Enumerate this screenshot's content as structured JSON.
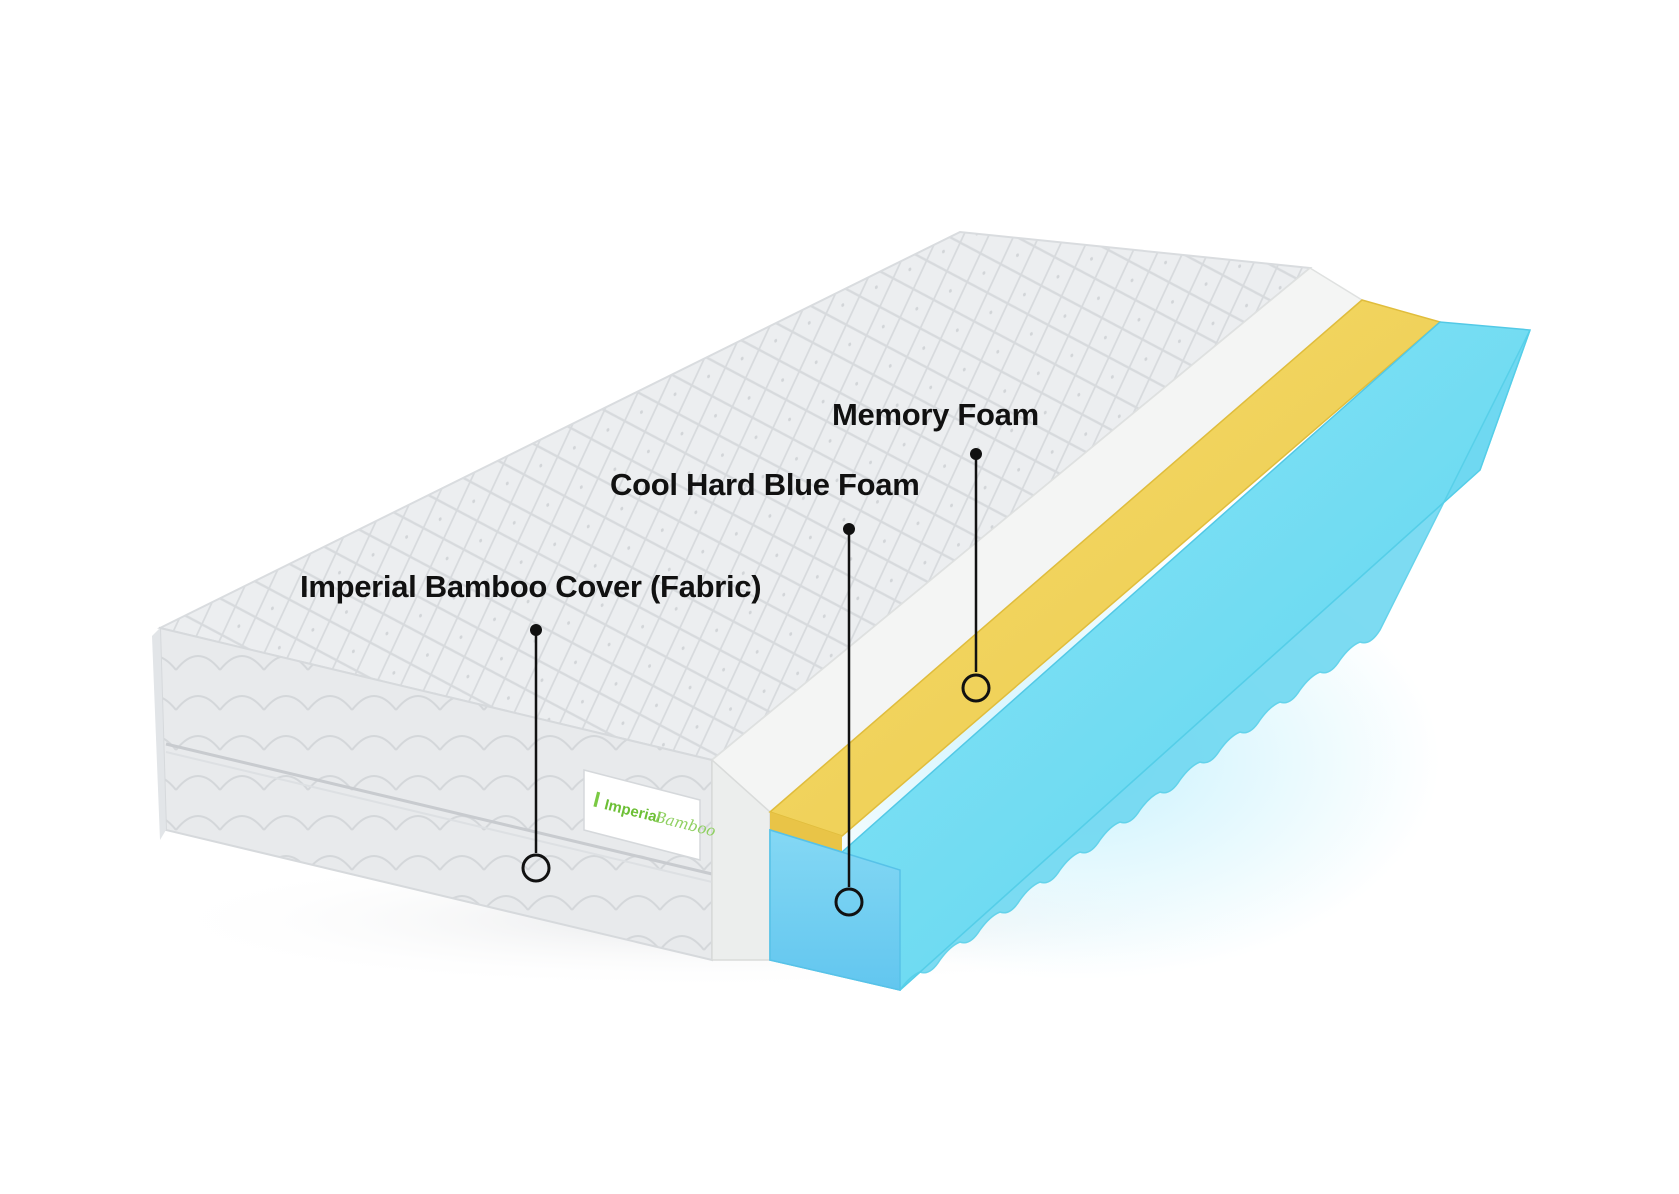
{
  "figure": {
    "labels": {
      "memory_foam": "Memory Foam",
      "blue_foam": "Cool Hard Blue Foam",
      "cover": "Imperial Bamboo Cover (Fabric)"
    },
    "logo": {
      "bold": "Imperial",
      "script": "Bamboo"
    }
  },
  "colors": {
    "cover": "#eef0f1",
    "white_layer": "#f4f5f4",
    "memory_foam": "#f1d35a",
    "blue_foam": "#7ddcf2",
    "callout": "#111111",
    "logo_green": "#7ac943"
  }
}
